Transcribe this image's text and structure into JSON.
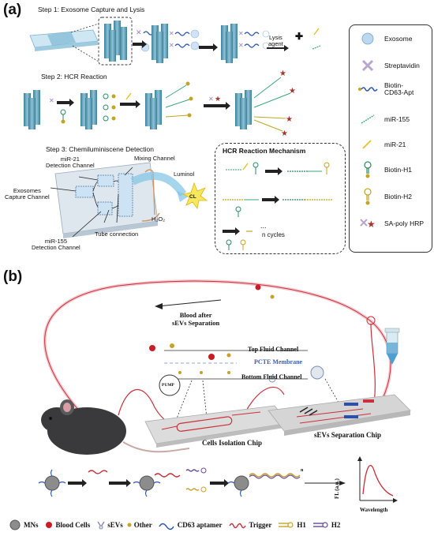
{
  "panel_a": {
    "label": "(a)",
    "step1": "Step 1: Exosome Capture and Lysis",
    "step2": "Step 2: HCR Reaction",
    "step3": "Step 3: Chemiluminiscene Detection",
    "lysis_agent": "Lysis\nagent",
    "plus": "+",
    "chip_labels": {
      "mir21_channel": "miR-21\nDetection Channel",
      "mixing_channel": "Mixing Channel",
      "luminol": "Luminol",
      "exosomes_capture": "Exosomes\nCapture Channel",
      "cl": "CL",
      "h2o2": "H₂O₂",
      "tube_connection": "Tube connection",
      "mir155_channel": "miR-155\nDetection Channel"
    },
    "hcr": {
      "title": "HCR Reaction Mechanism",
      "ellipsis": "...",
      "cycles": "n cycles"
    },
    "legend": [
      {
        "icon": "exosome-icon",
        "label": "Exosome",
        "color": "#bcd8ef"
      },
      {
        "icon": "streptavidin-icon",
        "label": "Streptavidin",
        "color": "#b9a6cf"
      },
      {
        "icon": "biotin-cd63-apt-icon",
        "label": "Biotin-\nCD63-Apt",
        "color": "#2c56b0"
      },
      {
        "icon": "mir155-icon",
        "label": "miR-155",
        "color": "#3aa57a"
      },
      {
        "icon": "mir21-icon",
        "label": "miR-21",
        "color": "#e2c12a"
      },
      {
        "icon": "biotin-h1-icon",
        "label": "Biotin-H1",
        "color": "#2b8a63"
      },
      {
        "icon": "biotin-h2-icon",
        "label": "Biotin-H2",
        "color": "#c2a522"
      },
      {
        "icon": "sa-poly-hrp-icon",
        "label": "SA-poly HRP",
        "color": "#a8322c"
      }
    ]
  },
  "panel_b": {
    "label": "(b)",
    "blood_after": "Blood after\nsEVs Separation",
    "top_channel": "Top Fluid Channel",
    "membrane": "PCTE Membrane",
    "bottom_channel": "Bottom Fluid Channel",
    "pump": "PUMP",
    "cells_chip": "Cells Isolation Chip",
    "sevs_chip": "sEVs Separation Chip",
    "n_sub": "n",
    "fl_axis": "FL (a.u.)",
    "wavelength_axis": "Wavelength",
    "legend": [
      {
        "icon": "mns-icon",
        "label": "MNs"
      },
      {
        "icon": "blood-cells-icon",
        "label": "Blood Cells"
      },
      {
        "icon": "sevs-icon",
        "label": "sEVs"
      },
      {
        "icon": "other-icon",
        "label": "Other"
      },
      {
        "icon": "cd63-aptamer-icon",
        "label": "CD63 aptamer"
      },
      {
        "icon": "trigger-icon",
        "label": "Trigger"
      },
      {
        "icon": "h1-icon",
        "label": "H1"
      },
      {
        "icon": "h2-icon",
        "label": "H2"
      }
    ]
  }
}
